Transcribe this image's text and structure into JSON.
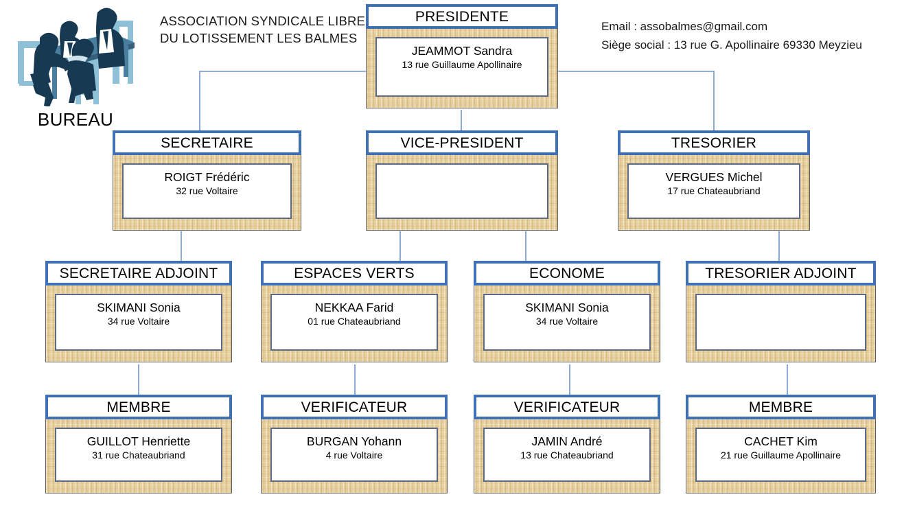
{
  "header": {
    "logo_caption": "BUREAU",
    "logo_icon": "meeting-table-people-icon",
    "association_title_line1": "ASSOCIATION SYNDICALE LIBRE",
    "association_title_line2": "DU LOTISSEMENT LES BALMES",
    "contact_email": "Email : assobalmes@gmail.com",
    "contact_address": "Siège social : 13 rue G. Apollinaire 69330 Meyzieu"
  },
  "colors": {
    "title_border": "#3f6fb5",
    "frame_fill": "#e6cf9d",
    "inner_border": "#5d6a86",
    "connector": "#6f94c8",
    "logo_dark": "#173a52",
    "logo_mid": "#3f7fa5",
    "logo_light": "#8ec0d8"
  },
  "chart_data": {
    "type": "org-chart",
    "title": "ASSOCIATION SYNDICALE LIBRE DU LOTISSEMENT LES BALMES",
    "levels": 4,
    "nodes": [
      {
        "id": "presidente",
        "role": "PRESIDENTE",
        "name": "JEAMMOT Sandra",
        "address": "13 rue Guillaume Apollinaire",
        "level": 1,
        "parent": null
      },
      {
        "id": "secretaire",
        "role": "SECRETAIRE",
        "name": "ROIGT Frédéric",
        "address": "32 rue Voltaire",
        "level": 2,
        "parent": "presidente"
      },
      {
        "id": "vice-president",
        "role": "VICE-PRESIDENT",
        "name": "",
        "address": "",
        "level": 2,
        "parent": "presidente"
      },
      {
        "id": "tresorier",
        "role": "TRESORIER",
        "name": "VERGUES Michel",
        "address": "17 rue Chateaubriand",
        "level": 2,
        "parent": "presidente"
      },
      {
        "id": "secretaire-adjoint",
        "role": "SECRETAIRE ADJOINT",
        "name": "SKIMANI Sonia",
        "address": "34 rue Voltaire",
        "level": 3,
        "parent": "secretaire"
      },
      {
        "id": "espaces-verts",
        "role": "ESPACES VERTS",
        "name": "NEKKAA Farid",
        "address": "01 rue Chateaubriand",
        "level": 3,
        "parent": "vice-president"
      },
      {
        "id": "econome",
        "role": "ECONOME",
        "name": "SKIMANI Sonia",
        "address": "34 rue Voltaire",
        "level": 3,
        "parent": "vice-president"
      },
      {
        "id": "tresorier-adjoint",
        "role": "TRESORIER ADJOINT",
        "name": "",
        "address": "",
        "level": 3,
        "parent": "tresorier"
      },
      {
        "id": "membre-1",
        "role": "MEMBRE",
        "name": "GUILLOT Henriette",
        "address": "31 rue Chateaubriand",
        "level": 4,
        "parent": "secretaire-adjoint"
      },
      {
        "id": "verificateur-1",
        "role": "VERIFICATEUR",
        "name": "BURGAN Yohann",
        "address": "4 rue Voltaire",
        "level": 4,
        "parent": "espaces-verts"
      },
      {
        "id": "verificateur-2",
        "role": "VERIFICATEUR",
        "name": "JAMIN André",
        "address": "13 rue Chateaubriand",
        "level": 4,
        "parent": "econome"
      },
      {
        "id": "membre-2",
        "role": "MEMBRE",
        "name": "CACHET Kim",
        "address": "21 rue Guillaume Apollinaire",
        "level": 4,
        "parent": "tresorier-adjoint"
      }
    ]
  }
}
